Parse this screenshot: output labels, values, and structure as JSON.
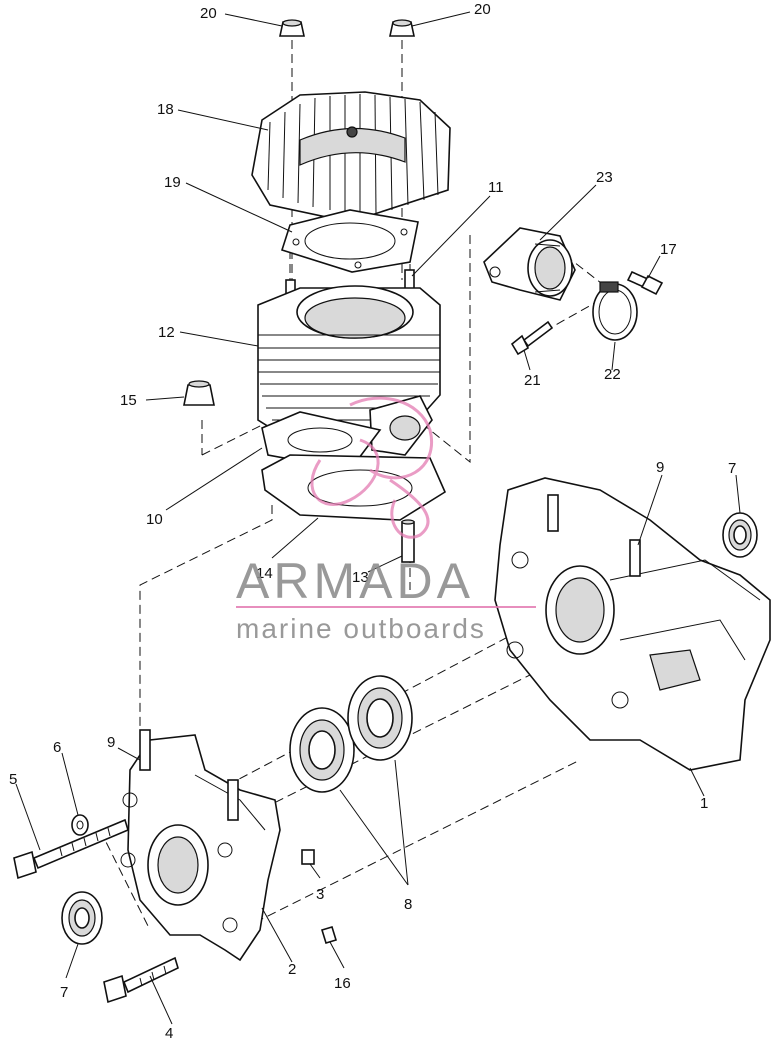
{
  "diagram": {
    "callouts": [
      "20",
      "20",
      "18",
      "19",
      "11",
      "23",
      "17",
      "12",
      "21",
      "22",
      "15",
      "10",
      "9",
      "7",
      "14",
      "13",
      "9",
      "6",
      "5",
      "3",
      "8",
      "1",
      "7",
      "2",
      "16",
      "4"
    ]
  },
  "watermark": {
    "title": "ARMADA",
    "subtitle": "marine outboards",
    "colors": {
      "text": "#8c8c8c",
      "accent": "#e37bb2"
    }
  }
}
